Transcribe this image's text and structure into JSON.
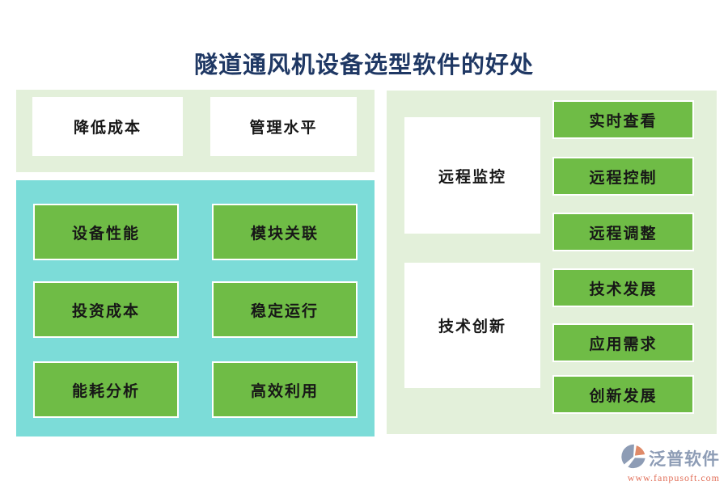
{
  "title": "隧道通风机设备选型软件的好处",
  "top_benefits": {
    "items": [
      "降低成本",
      "管理水平"
    ]
  },
  "core_features": {
    "items": [
      "设备性能",
      "模块关联",
      "投资成本",
      "稳定运行",
      "能耗分析",
      "高效利用"
    ]
  },
  "right_groups": [
    {
      "label": "远程监控",
      "children": [
        "实时查看",
        "远程控制",
        "远程调整"
      ]
    },
    {
      "label": "技术创新",
      "children": [
        "技术发展",
        "应用需求",
        "创新发展"
      ]
    }
  ],
  "footer": {
    "brand": "泛普软件",
    "url": "www.fanpusoft.com"
  },
  "colors": {
    "title_navy": "#1f3864",
    "panel_light_green": "#e3f0da",
    "panel_teal": "#7cdcd8",
    "box_green": "#6fbc46",
    "box_border": "#ffffff",
    "label_dark": "#171717",
    "brand_gray": "#8d9cb5",
    "brand_orange": "#e2705a"
  },
  "icons": {
    "footer_logo": "fanpu-swirl-logo"
  }
}
